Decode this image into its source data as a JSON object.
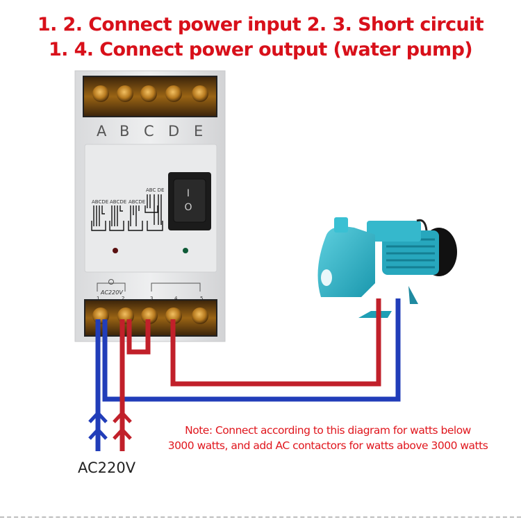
{
  "title": {
    "line1": "1. 2. Connect power input 2. 3. Short circuit",
    "line2": "1. 4. Connect power output (water pump)"
  },
  "module": {
    "top_terminal_letters": [
      "A",
      "B",
      "C",
      "D",
      "E"
    ],
    "power_label": "AC220V",
    "bottom_terminal_numbers": [
      "1",
      "2",
      "3",
      "4",
      "5"
    ],
    "diagram_header_short": "ABCDE",
    "diagram_header_split": "ABC DE",
    "switch_on_symbol": "I",
    "switch_off_symbol": "O"
  },
  "wiring": {
    "input_label": "AC220V",
    "colors": {
      "live": "#c1202a",
      "neutral": "#213db9"
    }
  },
  "note": {
    "line1": "Note: Connect according to this diagram for watts below",
    "line2": "3000 watts, and add AC contactors for watts above 3000 watts"
  },
  "colors": {
    "title": "#d8101a",
    "note": "#e0161d",
    "pump": "#2bb2c8",
    "terminal": "#8a5410"
  }
}
